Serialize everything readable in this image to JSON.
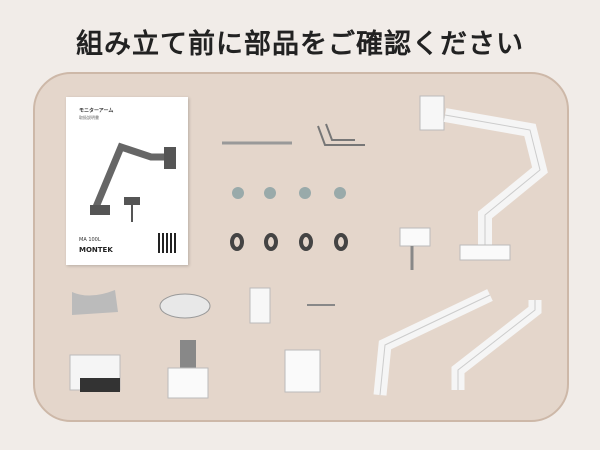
{
  "title": "組み立て前に部品をご確認ください",
  "manual": {
    "title": "モニターアーム",
    "subtitle": "取扱説明書",
    "model": "MA 100L",
    "brand": "MONTEK"
  }
}
